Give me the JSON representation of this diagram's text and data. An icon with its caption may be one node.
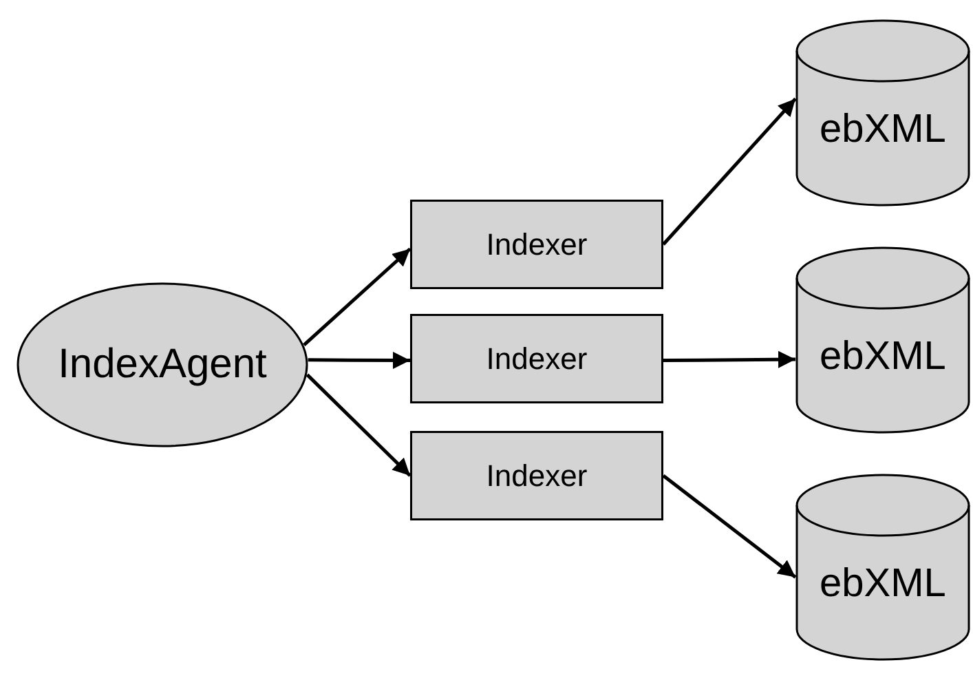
{
  "diagram": {
    "nodes": [
      {
        "text": [
          "IndexAgent"
        ]
      },
      {
        "text": [
          "Indexer"
        ]
      },
      {
        "text": [
          "Indexer"
        ]
      },
      {
        "text": [
          "Indexer"
        ]
      },
      {
        "text": [
          "ebXML"
        ]
      },
      {
        "text": [
          "ebXML"
        ]
      },
      {
        "text": [
          "ebXML"
        ]
      }
    ],
    "edges": [
      {
        "from": 0,
        "to": 1,
        "arrow": "to"
      },
      {
        "from": 0,
        "to": 2,
        "arrow": "to"
      },
      {
        "from": 0,
        "to": 3,
        "arrow": "to"
      },
      {
        "from": 1,
        "to": 4,
        "arrow": "to"
      },
      {
        "from": 2,
        "to": 5,
        "arrow": "to"
      },
      {
        "from": 3,
        "to": 6,
        "arrow": "to"
      }
    ]
  }
}
